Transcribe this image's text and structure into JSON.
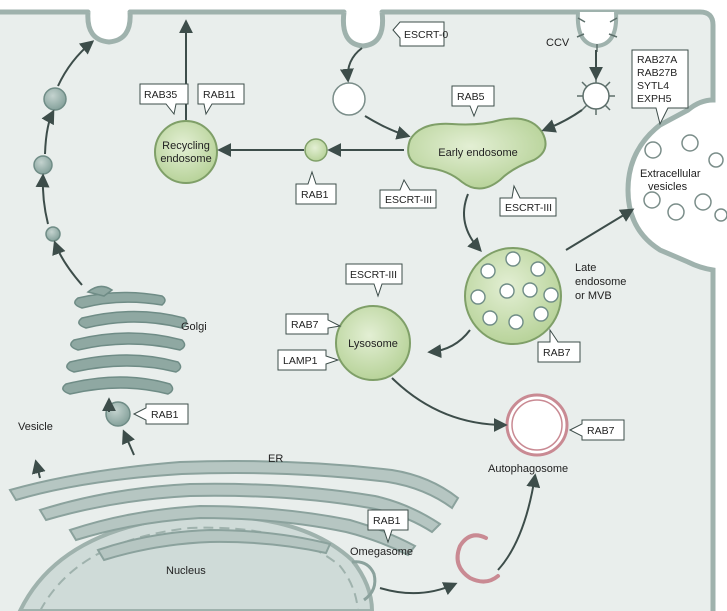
{
  "colors": {
    "cytoplasm": "#e9eeec",
    "membrane": "#9fb2ad",
    "organelle_teal": "#9db3ae",
    "organelle_teal_dark": "#6f8c86",
    "green_fill": "#c9deb0",
    "green_stroke": "#7f9f68",
    "autophagy": "#c98a93",
    "arrow": "#3d4d4a",
    "label_box": "#ffffff"
  },
  "labels": {
    "escrt0": "ESCRT-0",
    "ccv": "CCV",
    "rab35": "RAB35",
    "rab11": "RAB11",
    "rab5": "RAB5",
    "recycling_endosome": [
      "Recycling",
      "endosome"
    ],
    "early_endosome": "Early endosome",
    "rab1_top": "RAB1",
    "escrt3_left": "ESCRT-III",
    "escrt3_right": "ESCRT-III",
    "rab27_list": [
      "RAB27A",
      "RAB27B",
      "SYTL4",
      "EXPH5"
    ],
    "extracellular_vesicles": [
      "Extracellular",
      "vesicles"
    ],
    "escrt3_lysosome": "ESCRT-III",
    "rab7_lysosome": "RAB7",
    "lamp1": "LAMP1",
    "lysosome": "Lysosome",
    "late_endosome": [
      "Late",
      "endosome",
      "or MVB"
    ],
    "rab7_mvb": "RAB7",
    "golgi": "Golgi",
    "rab1_golgi": "RAB1",
    "vesicle": "Vesicle",
    "er": "ER",
    "rab7_autophagosome": "RAB7",
    "autophagosome": "Autophagosome",
    "rab1_omegasome": "RAB1",
    "omegasome": "Omegasome",
    "nucleus": "Nucleus"
  }
}
